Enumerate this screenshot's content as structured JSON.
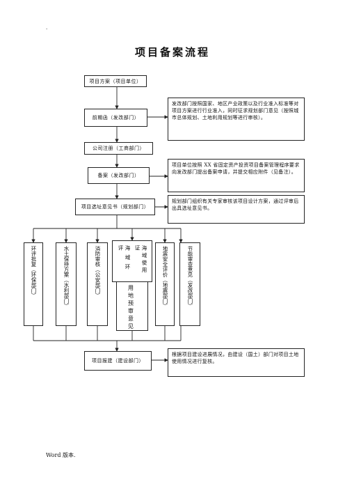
{
  "top_mark": ".",
  "title": "项目备案流程",
  "steps": {
    "s1": "项目方案（项目单位）",
    "s2": "前期函（发改部门）",
    "s3": "公司注册（工商部门）",
    "s4": "备案（发改部门）",
    "s5": "项目选址意见书（规划部门）",
    "s6": "项目报建（建设部门）"
  },
  "notes": {
    "n1": "发改部门按照国家、地区产业政策以及行业准入标准等对项目方案进行行业准入，同时征求规划部门意见（按照城市总体规划、土地利用规划等进行审核）。",
    "n2": "项目单位按照 XX 省固定资产投资项目备案管理程序要求向发改部门提出备案申请，并提交相应附件（见备注）。",
    "n3": "规划部门组织有关专家审核该项目设计方案，通过评审后出具选址意见书。",
    "n4": "根据项目建设进展情况，由建设（国土）部门对项目土地使用情况进行复核。"
  },
  "branches": {
    "b1": "环评批复（环保部门）",
    "b2": "水土保持方案（水利部门）",
    "b3": "消防审核（公安部门）",
    "b4_a": "海域环评",
    "b4_b": "海域使用证",
    "b4_c": "用地预审意见",
    "b5": "地震安全评价（地震部门）",
    "b6": "节能审查意见（发改部门）"
  },
  "footer": "Word 版本."
}
